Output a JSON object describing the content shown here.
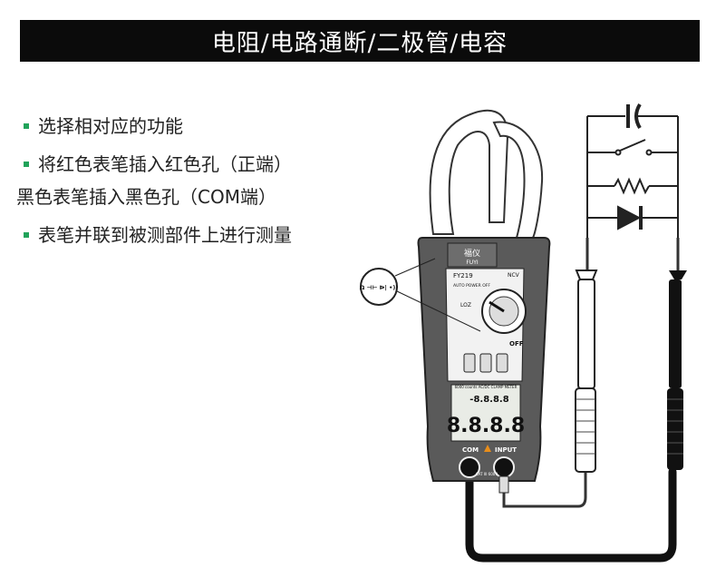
{
  "title": "电阻/电路通断/二极管/电容",
  "instructions": [
    {
      "text": "选择相对应的功能",
      "bullet": true
    },
    {
      "text": "将红色表笔插入红色孔（正端）",
      "bullet": true
    },
    {
      "text": "黑色表笔插入黑色孔（COM端）",
      "bullet": false
    },
    {
      "text": "表笔并联到被测部件上进行测量",
      "bullet": true
    }
  ],
  "meter": {
    "brand": "福仪",
    "brand_en": "FUYI",
    "model": "FY219",
    "auto_power_off": "AUTO POWER OFF",
    "counts_label": "6000 counts AC/DC CLAMP METER",
    "display_main": "8.8.8.8",
    "display_sub": "-8.8.8.8",
    "terminal_com": "COM",
    "terminal_input": "INPUT",
    "cat_rating": "CAT III 600V",
    "dial_off": "OFF",
    "dial_loz": "LOZ",
    "dial_ncv": "NCV",
    "function_symbols": "Ω ⊣⊢ ᐅ| •))"
  },
  "colors": {
    "banner_bg": "#0b0b0b",
    "bullet": "#21a35a",
    "meter_body": "#5a5a5a"
  }
}
